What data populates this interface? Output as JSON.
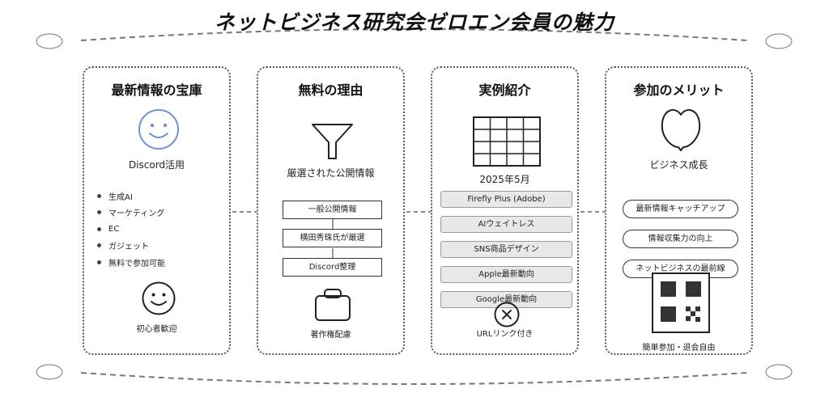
{
  "title": "ネットビジネス研究会ゼロエン会員の魅力",
  "cards": [
    {
      "title": "最新情報の宝庫",
      "caption": "Discord活用",
      "bullets": [
        "生成AI",
        "マーケティング",
        "EC",
        "ガジェット",
        "無料で参加可能"
      ],
      "footer": "初心者歓迎",
      "colors": {
        "smiley": "#6f8fd6"
      }
    },
    {
      "title": "無料の理由",
      "caption": "厳選された公開情報",
      "flow": [
        "一般公開情報",
        "横田秀珠氏が厳選",
        "Discord整理"
      ],
      "footer": "著作権配慮"
    },
    {
      "title": "実例紹介",
      "caption": "2025年5月",
      "items": [
        "Firefly Plus (Adobe)",
        "AIウェイトレス",
        "SNS商品デザイン",
        "Apple最新動向",
        "Google最新動向"
      ],
      "footer": "URLリンク付き"
    },
    {
      "title": "参加のメリット",
      "caption": "ビジネス成長",
      "items": [
        "最新情報キャッチアップ",
        "情報収集力の向上",
        "ネットビジネスの最前線"
      ],
      "footer": "簡単参加・退会自由"
    }
  ],
  "icons": [
    "smiley-icon",
    "funnel-icon",
    "table-grid-icon",
    "apple-icon",
    "smiley-icon",
    "briefcase-icon",
    "close-icon",
    "qr-code-icon"
  ]
}
